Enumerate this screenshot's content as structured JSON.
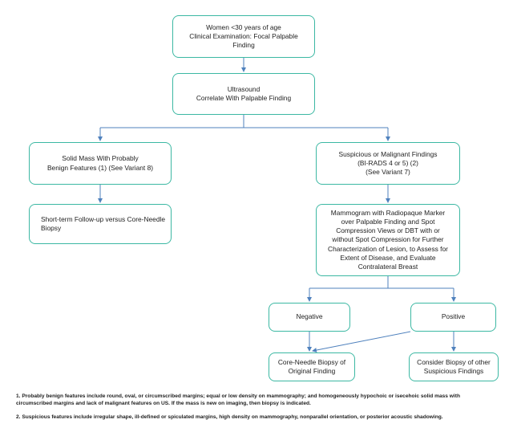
{
  "nodes": {
    "women_under_30": "Women <30 years of age\nClinical Examination: Focal Palpable\nFinding",
    "ultrasound": "Ultrasound\nCorrelate With Palpable Finding",
    "solid_mass": "Solid Mass With Probably\nBenign Features (1) (See Variant 8)",
    "suspicious": "Suspicious or Malignant Findings\n(BI-RADS 4 or 5) (2)\n(See Variant 7)",
    "short_term": "Short-term Follow-up versus Core-Needle\nBiopsy",
    "mammogram": "Mammogram with Radiopaque Marker\nover Palpable Finding and Spot\nCompression Views or DBT with or\nwithout Spot Compression for Further\nCharacterization of Lesion, to Assess for\nExtent of Disease, and Evaluate\nContralateral Breast",
    "negative": "Negative",
    "positive": "Positive",
    "core_needle": "Core-Needle Biopsy of\nOriginal Finding",
    "consider_biopsy": "Consider Biopsy of other\nSuspicious Findings"
  },
  "footnotes": {
    "note1": "1. Probably benign features include round, oval, or circumscribed margins; equal or low density on mammography; and homogeneously hypochoic or isecehoic solid mass with circumscribed margins and lack of malignant features on US. If the mass is new on imaging, then biopsy is indicated.",
    "note2": "2. Suspicious features include irregular shape, ill-defined or spiculated margins, high density on mammography, nonparallel orientation, or posterior acoustic shadowing."
  },
  "colors": {
    "box_border": "#3cb8a3",
    "arrow": "#4f81bd"
  }
}
